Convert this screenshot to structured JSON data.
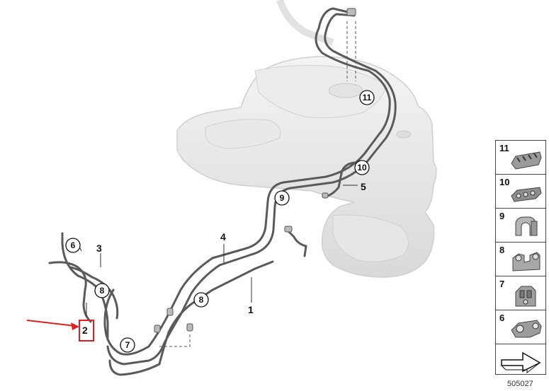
{
  "diagram": {
    "callouts": [
      "1",
      "2",
      "3",
      "4",
      "5"
    ],
    "circled_callouts": [
      "6",
      "7",
      "8",
      "8",
      "9",
      "10",
      "11"
    ],
    "highlight_color": "#e02020",
    "highlighted_part": "2"
  },
  "legend": {
    "items": [
      {
        "number": "11",
        "icon": "clip-11-icon"
      },
      {
        "number": "10",
        "icon": "clip-10-icon"
      },
      {
        "number": "9",
        "icon": "clip-9-icon"
      },
      {
        "number": "8",
        "icon": "clip-8-icon"
      },
      {
        "number": "7",
        "icon": "clip-7-icon"
      },
      {
        "number": "6",
        "icon": "clip-6-icon"
      }
    ],
    "nav_icon": "forward-arrow-icon"
  },
  "image_number": "505027"
}
